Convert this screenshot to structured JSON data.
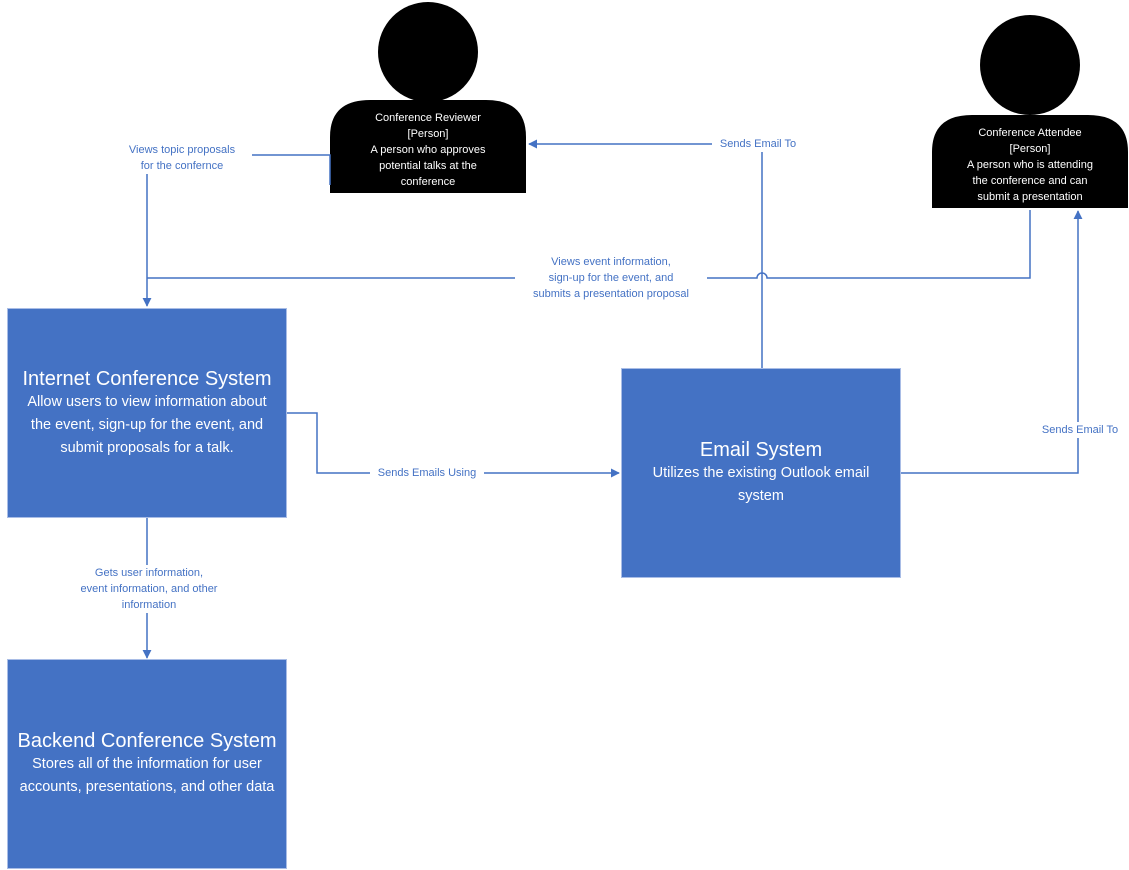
{
  "colors": {
    "system_fill": "#4472c4",
    "person_fill": "#000000",
    "connector": "#4472c4",
    "label_text": "#4472c4"
  },
  "persons": {
    "reviewer": {
      "name": "Conference Reviewer",
      "type": "[Person]",
      "description": [
        "A person who approves",
        "potential talks at the",
        "conference"
      ]
    },
    "attendee": {
      "name": "Conference Attendee",
      "type": "[Person]",
      "description": [
        "A person who is attending",
        "the conference and can",
        "submit a presentation"
      ]
    }
  },
  "systems": {
    "internet": {
      "title": "Internet Conference System",
      "description": [
        "Allow users to view information about",
        "the event, sign-up for the event, and",
        "submit proposals for a talk."
      ]
    },
    "email": {
      "title": "Email System",
      "description": [
        "Utilizes the existing Outlook email",
        "system"
      ]
    },
    "backend": {
      "title": "Backend Conference System",
      "description": [
        "Stores all of the information for user",
        "accounts, presentations, and other data"
      ]
    }
  },
  "edges": {
    "reviewer_views": [
      "Views topic proposals",
      "for the confernce"
    ],
    "email_to_reviewer": [
      "Sends Email To"
    ],
    "attendee_views": [
      "Views event information,",
      "sign-up for the event, and",
      "submits a presentation proposal"
    ],
    "internet_to_email": [
      "Sends Emails Using"
    ],
    "email_to_attendee": [
      "Sends Email To"
    ],
    "internet_to_backend": [
      "Gets user information,",
      "event information, and other",
      "information"
    ]
  }
}
